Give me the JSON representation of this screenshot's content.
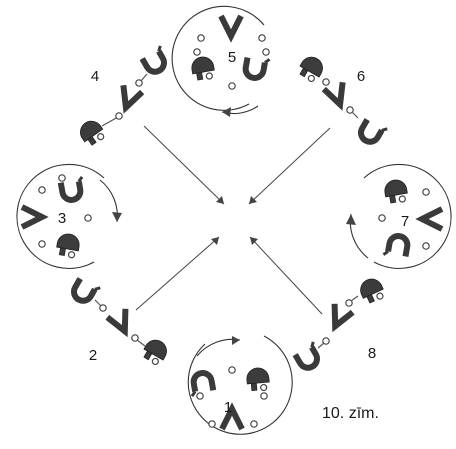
{
  "figure": {
    "caption": "10. zīm.",
    "step_labels": [
      "1",
      "2",
      "3",
      "4",
      "5",
      "6",
      "7",
      "8"
    ]
  }
}
